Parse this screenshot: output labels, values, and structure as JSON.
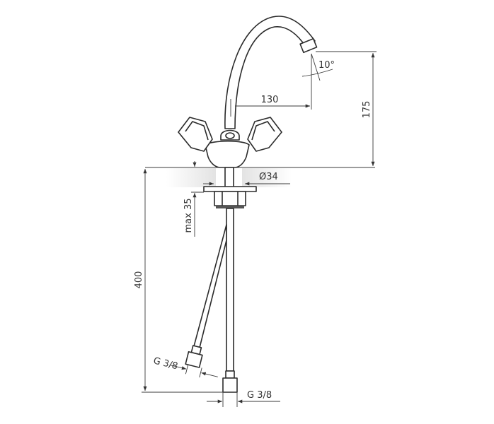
{
  "diagram": {
    "dimensions": {
      "spout_reach": "130",
      "spout_height": "175",
      "spout_angle": "10°",
      "hole_diameter": "Ø34",
      "max_countertop": "max 35",
      "hose_length": "400",
      "hose_thread_left": "G 3/8",
      "hose_thread_right": "G 3/8"
    },
    "colors": {
      "line": "#2b2b2b",
      "countertop_shade": "#e6e6e6"
    }
  }
}
